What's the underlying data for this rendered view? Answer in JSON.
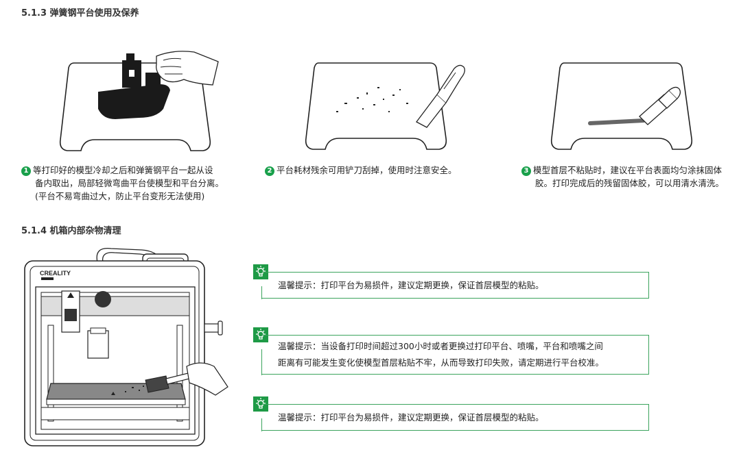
{
  "section1": {
    "title": "5.1.3 弹簧钢平台使用及保养",
    "steps": [
      {
        "num": "1",
        "lines": [
          "等打印好的模型冷却之后和弹簧钢平台一起从设",
          "备内取出，局部轻微弯曲平台使模型和平台分离。",
          "(平台不易弯曲过大，防止平台变形无法使用)"
        ]
      },
      {
        "num": "2",
        "lines": [
          "平台耗材残余可用铲刀刮掉，使用时注意安全。"
        ]
      },
      {
        "num": "3",
        "lines": [
          "模型首层不粘贴时，建议在平台表面均匀涂抹固体",
          "胶。打印完成后的残留固体胶，可以用清水清洗。"
        ]
      }
    ]
  },
  "section2": {
    "title": "5.1.4 机箱内部杂物清理",
    "printer_logo": "CREALITY",
    "tips": [
      {
        "lines": [
          "温馨提示：打印平台为易损件，建议定期更换，保证首层模型的粘贴。"
        ]
      },
      {
        "lines": [
          "温馨提示：当设备打印时间超过300小时或者更换过打印平台、喷嘴，平台和喷嘴之间",
          "距离有可能发生变化使模型首层粘贴不牢，从而导致打印失败，请定期进行平台校准。"
        ]
      },
      {
        "lines": [
          "温馨提示：打印平台为易损件，建议定期更换，保证首层模型的粘贴。"
        ]
      }
    ]
  },
  "colors": {
    "accent": "#1e9a46",
    "line": "#333333"
  },
  "icons": {
    "tip": "lightbulb-icon",
    "step_number": "numbered-circle-icon"
  }
}
